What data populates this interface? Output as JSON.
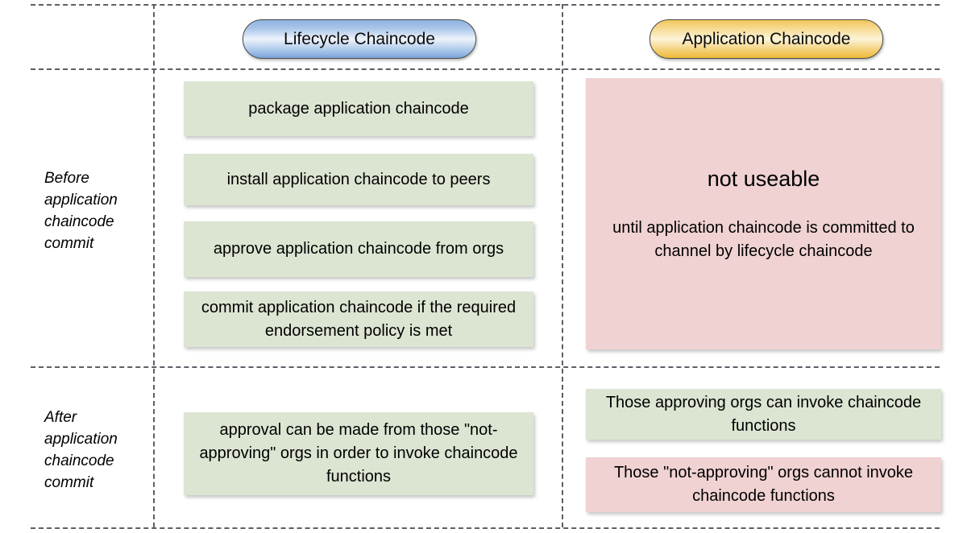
{
  "diagram": {
    "columns": [
      {
        "id": "lifecycle",
        "label": "Lifecycle Chaincode",
        "color": "#8fb2e0"
      },
      {
        "id": "application",
        "label": "Application Chaincode",
        "color": "#f0c65a"
      }
    ],
    "rows": [
      {
        "id": "before",
        "label": "Before application chaincode commit"
      },
      {
        "id": "after",
        "label": "After application chaincode commit"
      }
    ],
    "palette": {
      "green": "#dce5d2",
      "pink": "#f0d2d2",
      "grid": "#5b5f66",
      "text": "#000000"
    },
    "cells": {
      "before_lifecycle": [
        "package application chaincode",
        "install application chaincode to peers",
        "approve application chaincode from orgs",
        "commit application chaincode if the required endorsement policy is met"
      ],
      "before_application": {
        "headline": "not useable",
        "subline": "until application chaincode is committed to channel by lifecycle chaincode"
      },
      "after_lifecycle": [
        "approval can be made from those \"not-approving\" orgs in order to invoke chaincode functions"
      ],
      "after_application": [
        "Those approving orgs can invoke chaincode functions",
        "Those \"not-approving\" orgs cannot invoke chaincode functions"
      ]
    }
  }
}
